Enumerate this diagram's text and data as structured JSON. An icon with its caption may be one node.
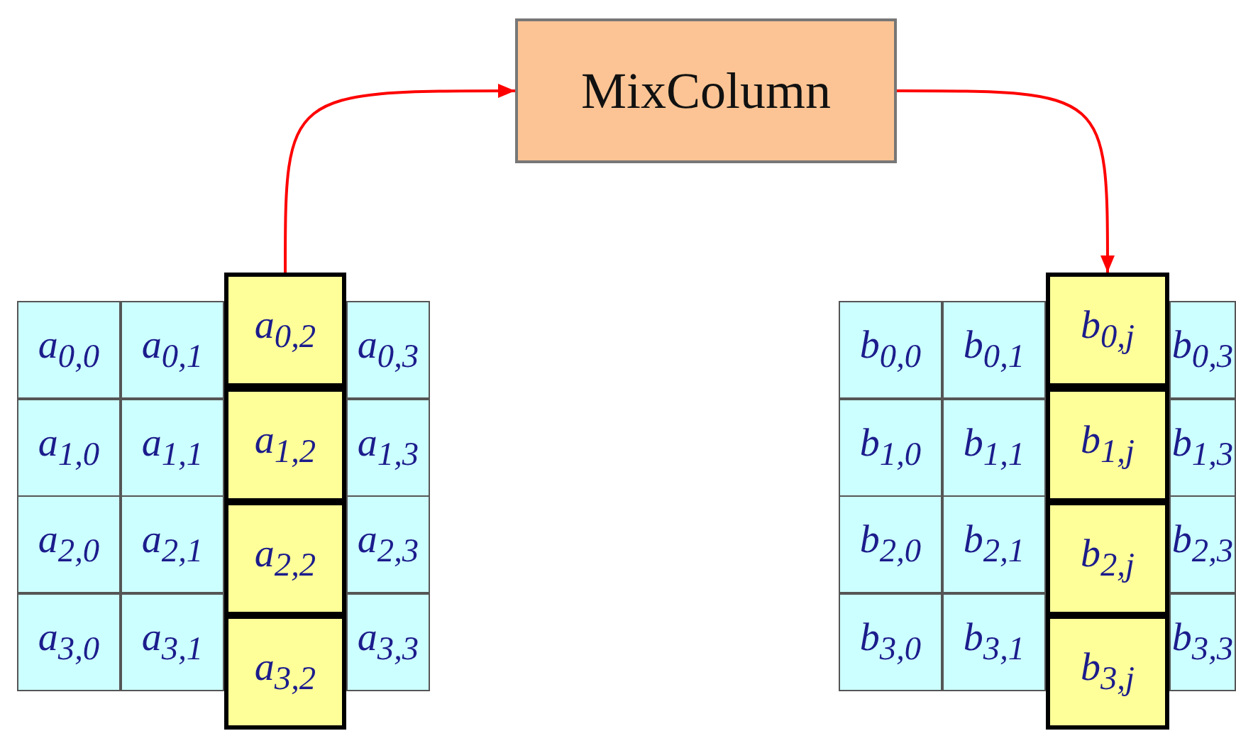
{
  "diagram": {
    "nodes": [
      {
        "text": [
          "MixColumn"
        ]
      },
      {
        "text": [
          "a$_{0,0}$"
        ]
      },
      {
        "text": [
          "a$_{0,1}$"
        ]
      },
      {
        "text": [
          "a$_{0,2}$"
        ]
      },
      {
        "text": [
          "a$_{0,3}$"
        ]
      },
      {
        "text": [
          "a$_{1,0}$"
        ]
      },
      {
        "text": [
          "a$_{1,1}$"
        ]
      },
      {
        "text": [
          "a$_{1,2}$"
        ]
      },
      {
        "text": [
          "a$_{1,3}$"
        ]
      },
      {
        "text": [
          "a$_{2,0}$"
        ]
      },
      {
        "text": [
          "a$_{2,1}$"
        ]
      },
      {
        "text": [
          "a$_{2,2}$"
        ]
      },
      {
        "text": [
          "a$_{2,3}$"
        ]
      },
      {
        "text": [
          "a$_{3,0}$"
        ]
      },
      {
        "text": [
          "a$_{3,1}$"
        ]
      },
      {
        "text": [
          "a$_{3,2}$"
        ]
      },
      {
        "text": [
          "a$_{3,3}$"
        ]
      },
      {
        "text": [
          "b$_{0,0}$"
        ]
      },
      {
        "text": [
          "b$_{0,1}$"
        ]
      },
      {
        "text": [
          "b$_{0,j}$"
        ]
      },
      {
        "text": [
          "b$_{0,3}$"
        ]
      },
      {
        "text": [
          "b$_{1,0}$"
        ]
      },
      {
        "text": [
          "b$_{1,1}$"
        ]
      },
      {
        "text": [
          "b$_{1,j}$"
        ]
      },
      {
        "text": [
          "b$_{1,3}$"
        ]
      },
      {
        "text": [
          "b$_{2,0}$"
        ]
      },
      {
        "text": [
          "b$_{2,1}$"
        ]
      },
      {
        "text": [
          "b$_{2,j}$"
        ]
      },
      {
        "text": [
          "b$_{2,3}$"
        ]
      },
      {
        "text": [
          "b$_{3,0}$"
        ]
      },
      {
        "text": [
          "b$_{3,1}$"
        ]
      },
      {
        "text": [
          "b$_{3,j}$"
        ]
      },
      {
        "text": [
          "b$_{3,3}$"
        ]
      }
    ],
    "edges": [
      {
        "from": 3,
        "to": 0,
        "arrow": "to",
        "color": "#ff0000"
      },
      {
        "from": 0,
        "to": 19,
        "arrow": "to",
        "color": "#ff0000"
      }
    ]
  }
}
